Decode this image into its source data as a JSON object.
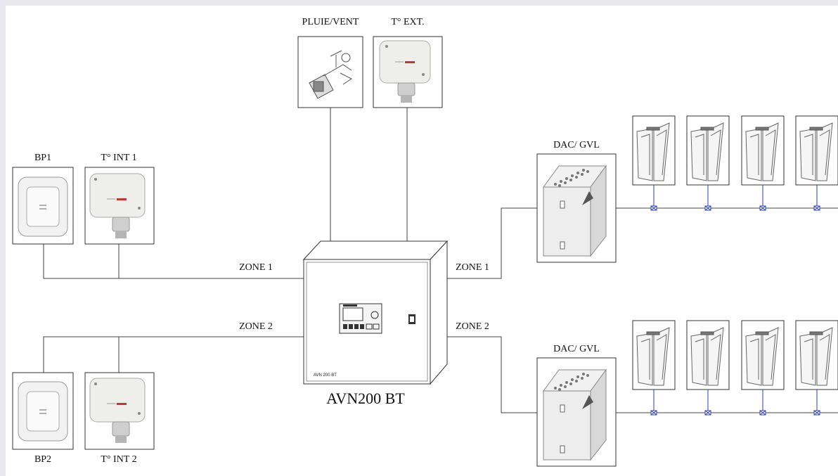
{
  "labels": {
    "pluie_vent": "PLUIE/VENT",
    "t_ext": "T° EXT.",
    "bp1": "BP1",
    "t_int1": "T° INT 1",
    "bp2": "BP2",
    "t_int2": "T° INT 2",
    "dac1": "DAC/ GVL",
    "dac2": "DAC/ GVL",
    "zone1_left": "ZONE 1",
    "zone2_left": "ZONE 2",
    "zone1_right": "ZONE 1",
    "zone2_right": "ZONE 2",
    "controller": "AVN200 BT",
    "controller_plate": "AVN 200 BT"
  },
  "colors": {
    "background": "#e8e8ee",
    "canvas": "#ffffff",
    "line": "#444444",
    "window_link": "#2a3fbf"
  },
  "windows_per_group": 4
}
